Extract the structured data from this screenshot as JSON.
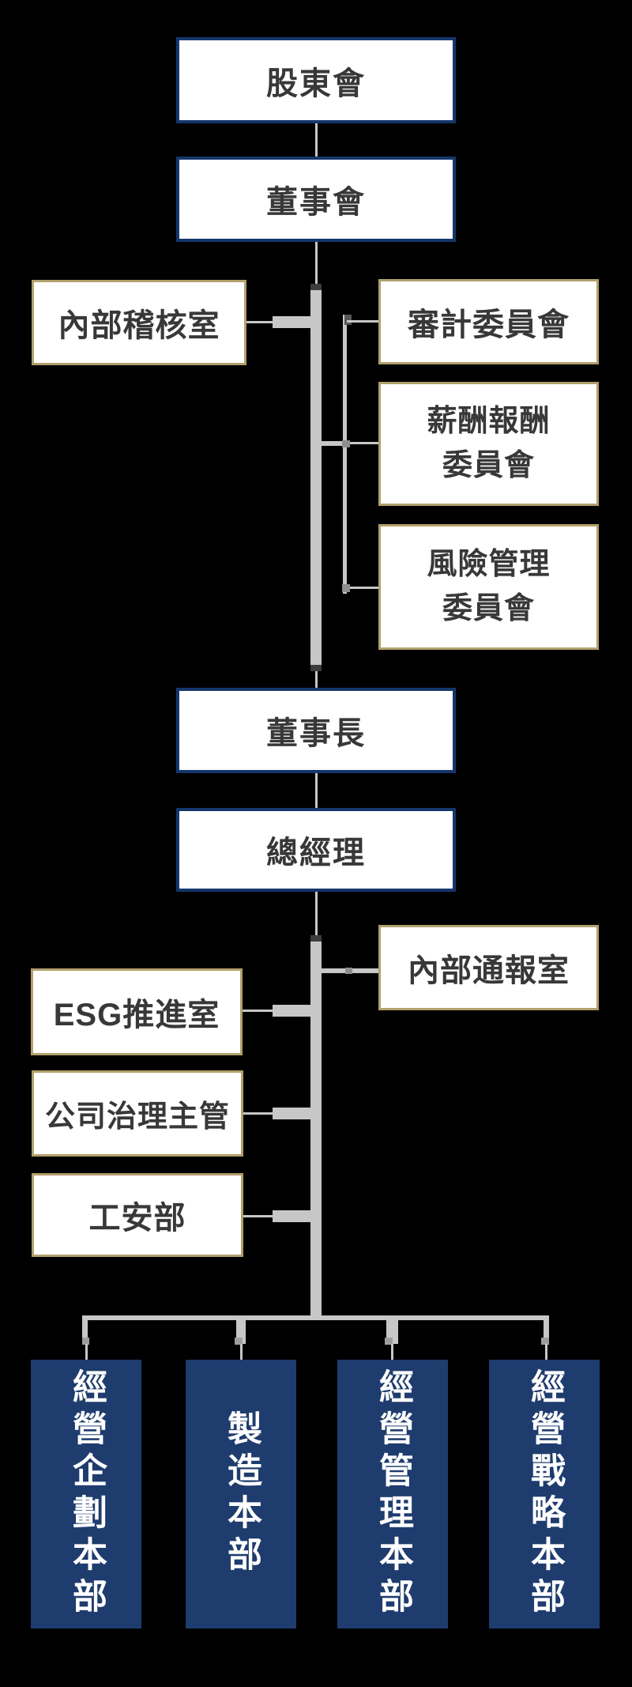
{
  "org_chart": {
    "nodes": {
      "shareholders": "股東會",
      "board": "董事會",
      "internal_audit": "內部稽核室",
      "audit_committee": "審計委員會",
      "compensation_committee": "薪酬報酬\n委員會",
      "risk_committee": "風險管理\n委員會",
      "chairman": "董事長",
      "president": "總經理",
      "internal_reporting": "內部通報室",
      "esg_office": "ESG推進室",
      "governance_officer": "公司治理主管",
      "safety_dept": "工安部",
      "divisions": [
        "經營企劃本部",
        "製造本部",
        "經營管理本部",
        "經營戰略本部"
      ]
    },
    "edges": [
      [
        "股東會",
        "董事會"
      ],
      [
        "董事會",
        "內部稽核室"
      ],
      [
        "董事會",
        "審計委員會"
      ],
      [
        "董事會",
        "薪酬報酬委員會"
      ],
      [
        "董事會",
        "風險管理委員會"
      ],
      [
        "董事會",
        "董事長"
      ],
      [
        "董事長",
        "總經理"
      ],
      [
        "總經理",
        "內部通報室"
      ],
      [
        "總經理",
        "ESG推進室"
      ],
      [
        "總經理",
        "公司治理主管"
      ],
      [
        "總經理",
        "工安部"
      ],
      [
        "總經理",
        "經營企劃本部"
      ],
      [
        "總經理",
        "製造本部"
      ],
      [
        "總經理",
        "經營管理本部"
      ],
      [
        "總經理",
        "經營戰略本部"
      ]
    ],
    "colors": {
      "background": "#000000",
      "primary_box_border": "#14366b",
      "secondary_box_border": "#b2a06c",
      "box_fill": "#ffffff",
      "division_fill": "#1f3c6e",
      "division_text": "#ffffff",
      "label_text": "#383838",
      "connector_light": "#c7c7c7",
      "connector_dark": "#3d3d3d",
      "connector_mid": "#9e9e9e"
    }
  }
}
